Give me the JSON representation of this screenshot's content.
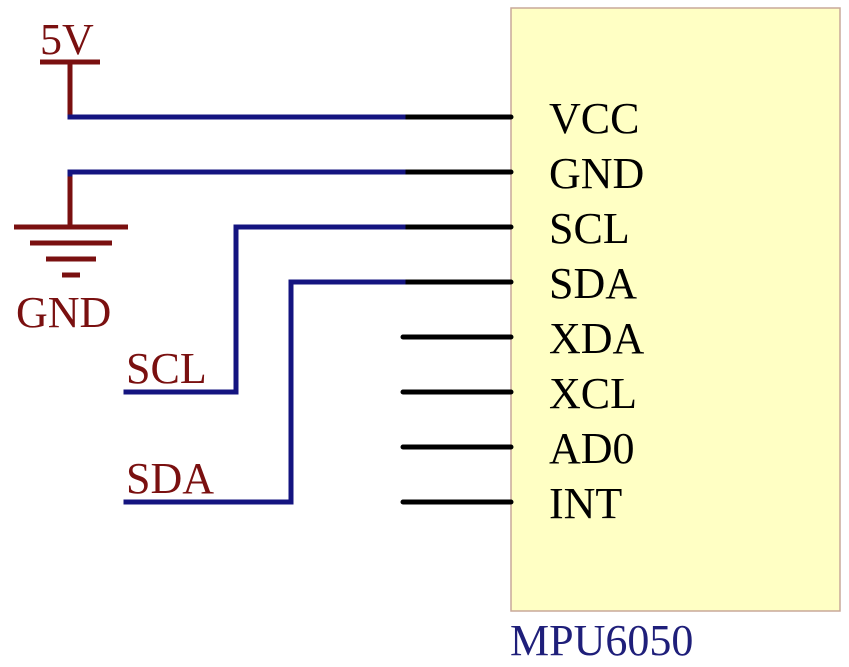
{
  "power": {
    "vcc_label": "5V",
    "gnd_label": "GND"
  },
  "net_labels": {
    "scl": "SCL",
    "sda": "SDA"
  },
  "component": {
    "name": "MPU6050",
    "pins": [
      "VCC",
      "GND",
      "SCL",
      "SDA",
      "XDA",
      "XCL",
      "AD0",
      "INT"
    ]
  },
  "colors": {
    "wire": "#141480",
    "power_symbol": "#7a1010",
    "chip_fill": "#ffffc4",
    "chip_outline": "#c9a89a",
    "part_name": "#1f1f7a"
  }
}
